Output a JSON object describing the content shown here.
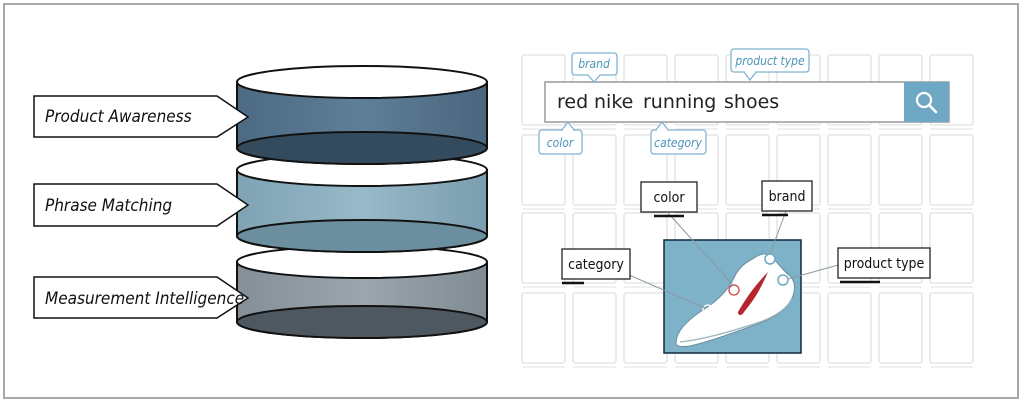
{
  "layers": [
    {
      "label": "Product Awareness",
      "color": "#56758f"
    },
    {
      "label": "Phrase Matching",
      "color": "#8db0c0"
    },
    {
      "label": "Measurement Intelligence",
      "color": "#929ea6"
    }
  ],
  "search": {
    "query_words": [
      "red",
      "nike",
      "running",
      "shoes"
    ],
    "button_color": "#6fa8c4",
    "button_icon": "search-icon"
  },
  "query_tags": {
    "brand": "brand",
    "product_type": "product type",
    "color": "color",
    "category": "category"
  },
  "image_labels": {
    "color": "color",
    "brand": "brand",
    "category": "category",
    "product_type": "product type"
  },
  "product_image": {
    "background": "#7eb2c9",
    "description_icon": "shoe-icon"
  }
}
